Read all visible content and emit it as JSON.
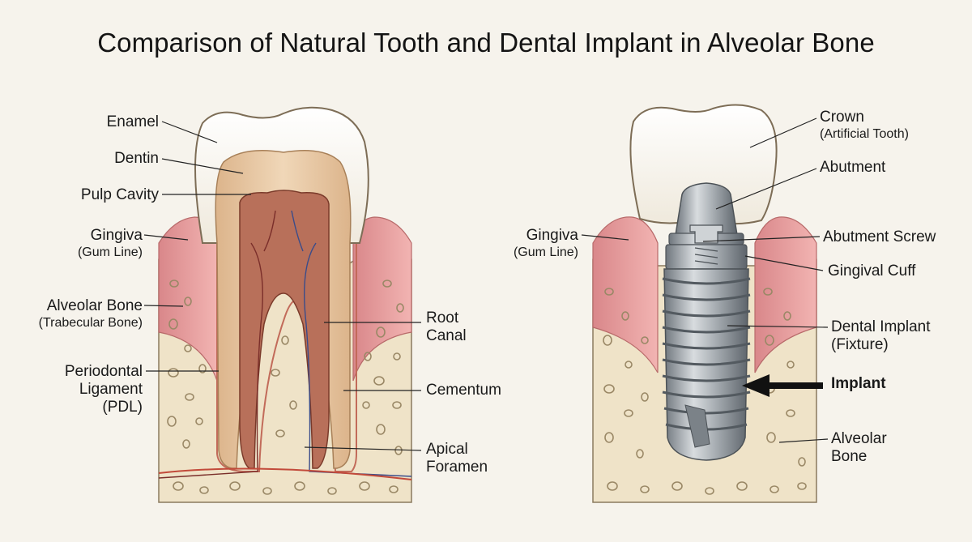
{
  "title": "Comparison of Natural Tooth and Dental Implant in Alveolar Bone",
  "natural_tooth": {
    "labels": {
      "enamel": "Enamel",
      "dentin": "Dentin",
      "pulp_cavity": "Pulp Cavity",
      "gingiva": "Gingiva",
      "gingiva_sub": "(Gum Line)",
      "alveolar_bone": "Alveolar Bone",
      "alveolar_bone_sub": "(Trabecular Bone)",
      "pdl_1": "Periodontal",
      "pdl_2": "Ligament",
      "pdl_3": "(PDL)",
      "root_canal_1": "Root",
      "root_canal_2": "Canal",
      "cementum": "Cementum",
      "apical_1": "Apical",
      "apical_2": "Foramen"
    }
  },
  "implant": {
    "labels": {
      "crown": "Crown",
      "crown_sub": "(Artificial Tooth)",
      "abutment": "Abutment",
      "abutment_screw": "Abutment Screw",
      "gingival_cuff": "Gingival Cuff",
      "gingiva": "Gingiva",
      "gingiva_sub": "(Gum Line)",
      "fixture_1": "Dental Implant",
      "fixture_2": "(Fixture)",
      "implant": "Implant",
      "alveolar_1": "Alveolar",
      "alveolar_2": "Bone"
    }
  },
  "colors": {
    "background": "#f6f3ec",
    "bone": "#efe3c8",
    "gum": "#e9a2a2",
    "dentin": "#e6c6a2",
    "pulp": "#b86a4e",
    "metal": "#9ea4aa",
    "enamel": "#fbf8f2"
  }
}
